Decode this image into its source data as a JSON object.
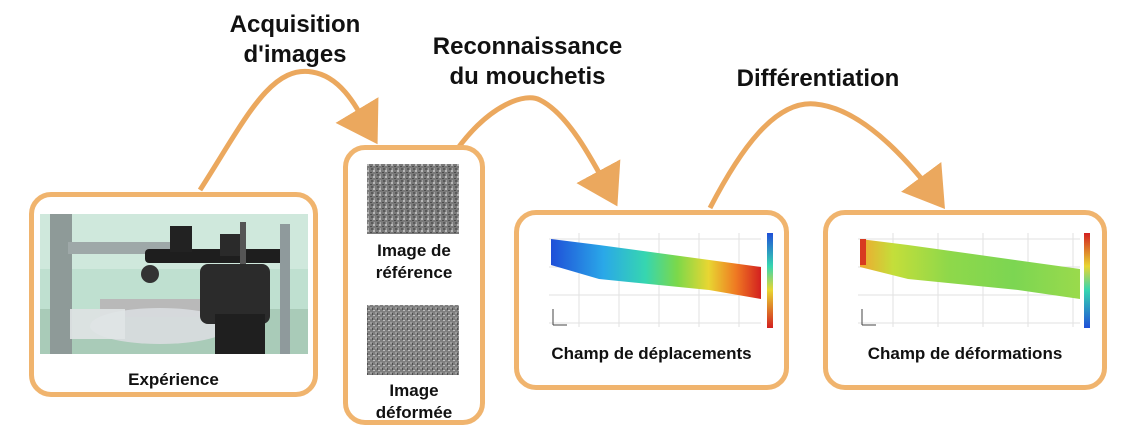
{
  "steps": {
    "acquisition": "Acquisition\nd'images",
    "recognition": "Reconnaissance\ndu mouchetis",
    "differentiation": "Différentiation"
  },
  "boxes": {
    "experiment": "Expérience",
    "reference_image": "Image de\nréférence",
    "deformed_image": "Image\ndéformée",
    "displacement_field": "Champ de déplacements",
    "strain_field": "Champ de déformations"
  },
  "colors": {
    "border": "#f0b46e",
    "arrow": "#eba85e",
    "photo_background": "#bfe0d0"
  }
}
